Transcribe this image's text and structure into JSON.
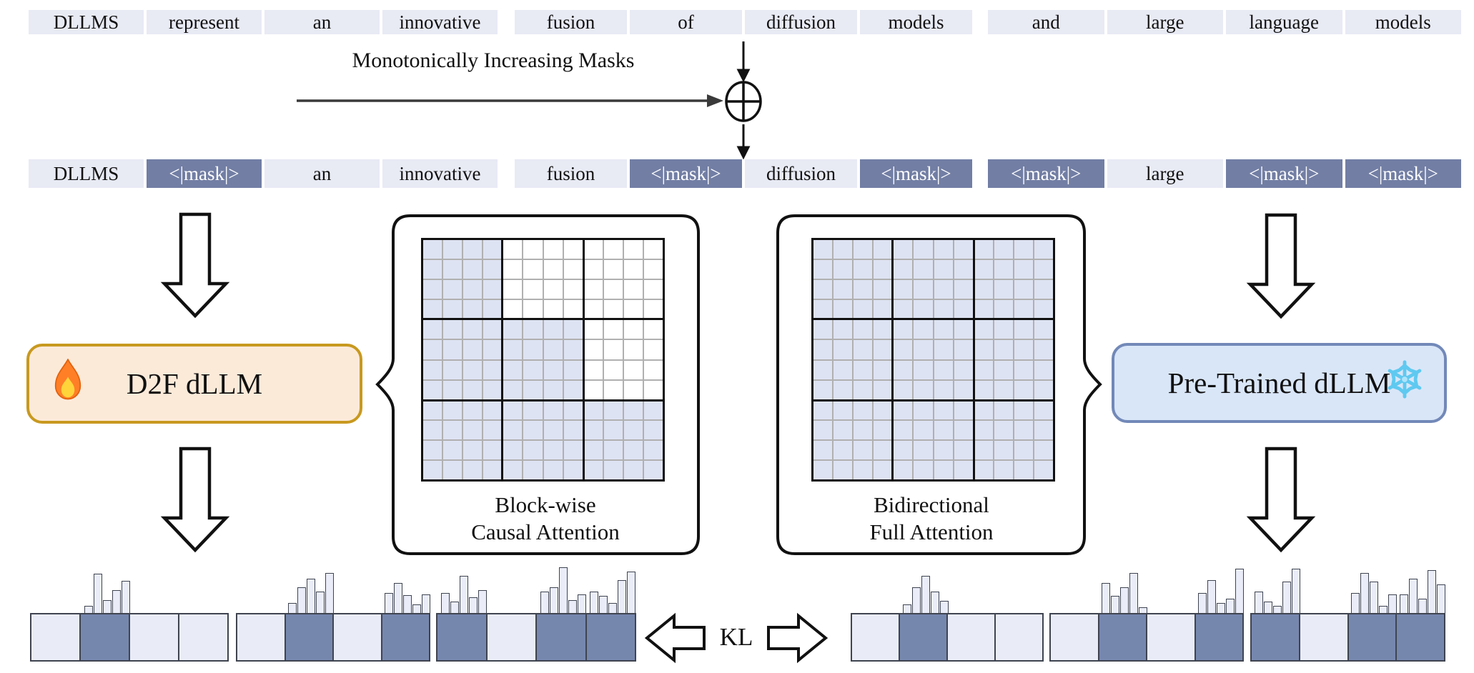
{
  "figure": {
    "top_tokens": [
      [
        "DLLMS",
        "represent",
        "an",
        "innovative"
      ],
      [
        "fusion",
        "of",
        "diffusion",
        "models"
      ],
      [
        "and",
        "large",
        "language",
        "models"
      ]
    ],
    "mask_label": "<|mask|>",
    "masked_tokens": [
      [
        {
          "t": "DLLMS"
        },
        {
          "mask": true
        },
        {
          "t": "an"
        },
        {
          "t": "innovative"
        }
      ],
      [
        {
          "t": "fusion"
        },
        {
          "mask": true
        },
        {
          "t": "diffusion"
        },
        {
          "mask": true
        }
      ],
      [
        {
          "mask": true
        },
        {
          "t": "large"
        },
        {
          "mask": true
        },
        {
          "mask": true
        }
      ]
    ],
    "transform": {
      "label": "Monotonically Increasing Masks",
      "operator": "xor-circle"
    },
    "left_model": {
      "label": "D2F dLLM",
      "icon": "fire"
    },
    "right_model": {
      "label": "Pre-Trained dLLM",
      "icon": "snowflake"
    },
    "left_attention": {
      "line1": "Block-wise",
      "line2": "Causal Attention",
      "shaded_blocks": [
        [
          1,
          0,
          0
        ],
        [
          1,
          1,
          0
        ],
        [
          1,
          1,
          1
        ]
      ]
    },
    "right_attention": {
      "line1": "Bidirectional",
      "line2": "Full Attention",
      "shaded_blocks": [
        [
          1,
          1,
          1
        ],
        [
          1,
          1,
          1
        ],
        [
          1,
          1,
          1
        ]
      ]
    },
    "kl_label": "KL",
    "bottom_left": {
      "groups": [
        {
          "cells": [
            {
              "m": 0
            },
            {
              "m": 1,
              "bars": [
                10,
                55,
                18,
                32,
                45
              ]
            },
            {
              "m": 0
            },
            {
              "m": 0
            }
          ]
        },
        {
          "cells": [
            {
              "m": 0
            },
            {
              "m": 1,
              "bars": [
                14,
                36,
                48,
                30,
                56
              ]
            },
            {
              "m": 0
            },
            {
              "m": 1,
              "bars": [
                28,
                42,
                25,
                12,
                26
              ]
            }
          ]
        },
        {
          "cells": [
            {
              "m": 1,
              "bars": [
                28,
                16,
                52,
                22,
                32
              ]
            },
            {
              "m": 0
            },
            {
              "m": 1,
              "bars": [
                30,
                36,
                64,
                18,
                26
              ]
            },
            {
              "m": 1,
              "bars": [
                30,
                24,
                14,
                46,
                58
              ]
            }
          ]
        }
      ]
    },
    "bottom_right": {
      "groups": [
        {
          "cells": [
            {
              "m": 0
            },
            {
              "m": 1,
              "bars": [
                12,
                36,
                52,
                30,
                17
              ]
            },
            {
              "m": 0
            },
            {
              "m": 0
            }
          ]
        },
        {
          "cells": [
            {
              "m": 0
            },
            {
              "m": 1,
              "bars": [
                42,
                24,
                36,
                56,
                8
              ]
            },
            {
              "m": 0
            },
            {
              "m": 1,
              "bars": [
                28,
                46,
                14,
                20,
                62
              ]
            }
          ]
        },
        {
          "cells": [
            {
              "m": 1,
              "bars": [
                30,
                16,
                10,
                44,
                62
              ]
            },
            {
              "m": 0
            },
            {
              "m": 1,
              "bars": [
                28,
                56,
                44,
                10,
                26
              ]
            },
            {
              "m": 1,
              "bars": [
                26,
                48,
                20,
                60,
                40
              ]
            }
          ]
        }
      ]
    },
    "colors": {
      "light_token": "#e8eaf4",
      "mask_token": "#727ea4",
      "cell_dark": "#7687ae",
      "cell_light": "#e9ecf6",
      "cell_border": "#3f4450",
      "bar_fill": "#eaedf8",
      "matrix_shaded": "#dee3f3",
      "matrix_grid": "#b0b0b0",
      "box_left_fill": "#fcead9",
      "box_left_border": "#c8991f",
      "box_right_fill": "#d9e6f8",
      "box_right_border": "#7289b8",
      "arrow_gray": "#3a3a3a"
    }
  }
}
